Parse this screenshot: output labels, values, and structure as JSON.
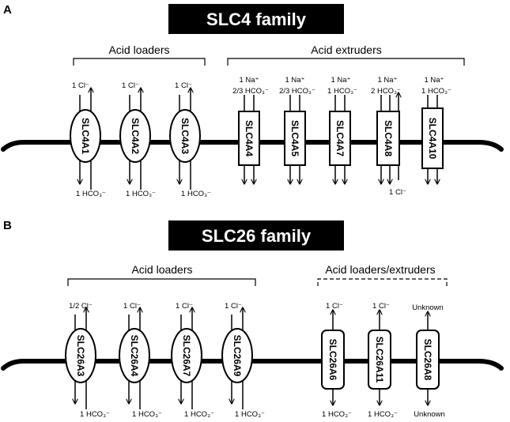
{
  "colors": {
    "ink": "#000000",
    "paper": "#ffffff"
  },
  "panel_a": {
    "letter": "A",
    "banner": "SLC4 family",
    "groups": {
      "left": "Acid loaders",
      "right": "Acid extruders"
    },
    "transporters": [
      {
        "name": "SLC4A1",
        "shape": "ellipse",
        "top": [
          "1 Cl⁻"
        ],
        "bottom": [
          "1 HCO₃⁻"
        ]
      },
      {
        "name": "SLC4A2",
        "shape": "ellipse",
        "top": [
          "1 Cl⁻"
        ],
        "bottom": [
          "1 HCO₃⁻"
        ]
      },
      {
        "name": "SLC4A3",
        "shape": "ellipse",
        "top": [
          "1 Cl⁻"
        ],
        "bottom": [
          "1 HCO₃⁻"
        ]
      },
      {
        "name": "SLC4A4",
        "shape": "rect",
        "top": [
          "1 Na⁺",
          "2/3 HCO₃⁻"
        ],
        "bottom": []
      },
      {
        "name": "SLC4A5",
        "shape": "rect",
        "top": [
          "1 Na⁺",
          "2/3 HCO₃⁻"
        ],
        "bottom": []
      },
      {
        "name": "SLC4A7",
        "shape": "rect",
        "top": [
          "1 Na⁺",
          "1 HCO₃⁻"
        ],
        "bottom": []
      },
      {
        "name": "SLC4A8",
        "shape": "rect",
        "top": [
          "1 Na⁺",
          "2 HCO₃⁻"
        ],
        "bottom": [
          "1 Cl⁻"
        ]
      },
      {
        "name": "SLC4A10",
        "shape": "rect",
        "top": [
          "1 Na⁺",
          "1 HCO₃⁻"
        ],
        "bottom": []
      }
    ]
  },
  "panel_b": {
    "letter": "B",
    "banner": "SLC26 family",
    "groups": {
      "left": "Acid loaders",
      "right": "Acid loaders/extruders"
    },
    "transporters": [
      {
        "name": "SLC26A3",
        "shape": "ellipse",
        "top": [
          "1/2 Cl⁻"
        ],
        "bottom": [
          "1 HCO₃⁻"
        ]
      },
      {
        "name": "SLC26A4",
        "shape": "ellipse",
        "top": [
          "1 Cl⁻"
        ],
        "bottom": [
          "1 HCO₃⁻"
        ]
      },
      {
        "name": "SLC26A7",
        "shape": "ellipse",
        "top": [
          "1 Cl⁻"
        ],
        "bottom": [
          "1 HCO₃⁻"
        ]
      },
      {
        "name": "SLC26A9",
        "shape": "ellipse",
        "top": [
          "1 Cl⁻"
        ],
        "bottom": [
          "1 HCO₃⁻"
        ]
      },
      {
        "name": "SLC26A6",
        "shape": "roundrect",
        "top": [
          "1 Cl⁻"
        ],
        "bottom": [
          "1 HCO₃⁻"
        ]
      },
      {
        "name": "SLC26A11",
        "shape": "roundrect",
        "top": [
          "1 Cl⁻"
        ],
        "bottom": [
          "1 HCO₃⁻"
        ]
      },
      {
        "name": "SLC26A8",
        "shape": "roundrect",
        "top": [
          "Unknown"
        ],
        "bottom": [
          "Unknown"
        ]
      }
    ]
  }
}
